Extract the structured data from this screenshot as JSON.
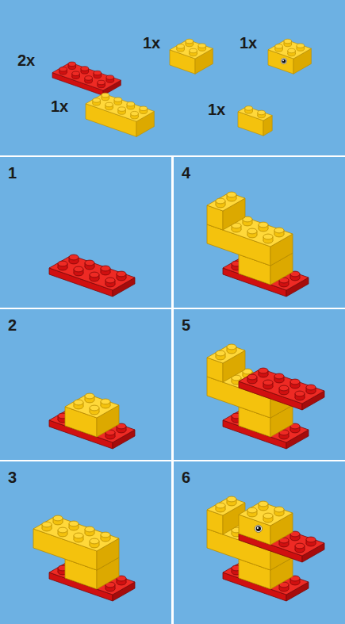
{
  "diagram": {
    "nodes": [
      {
        "text": [
          "2x",
          "1x",
          "1x",
          "1x",
          "1x"
        ]
      },
      {
        "text": [
          "1"
        ]
      },
      {
        "text": [
          "4"
        ]
      },
      {
        "text": [
          "2"
        ]
      },
      {
        "text": [
          "5"
        ]
      },
      {
        "text": [
          "3"
        ]
      },
      {
        "text": [
          "6"
        ]
      }
    ]
  }
}
